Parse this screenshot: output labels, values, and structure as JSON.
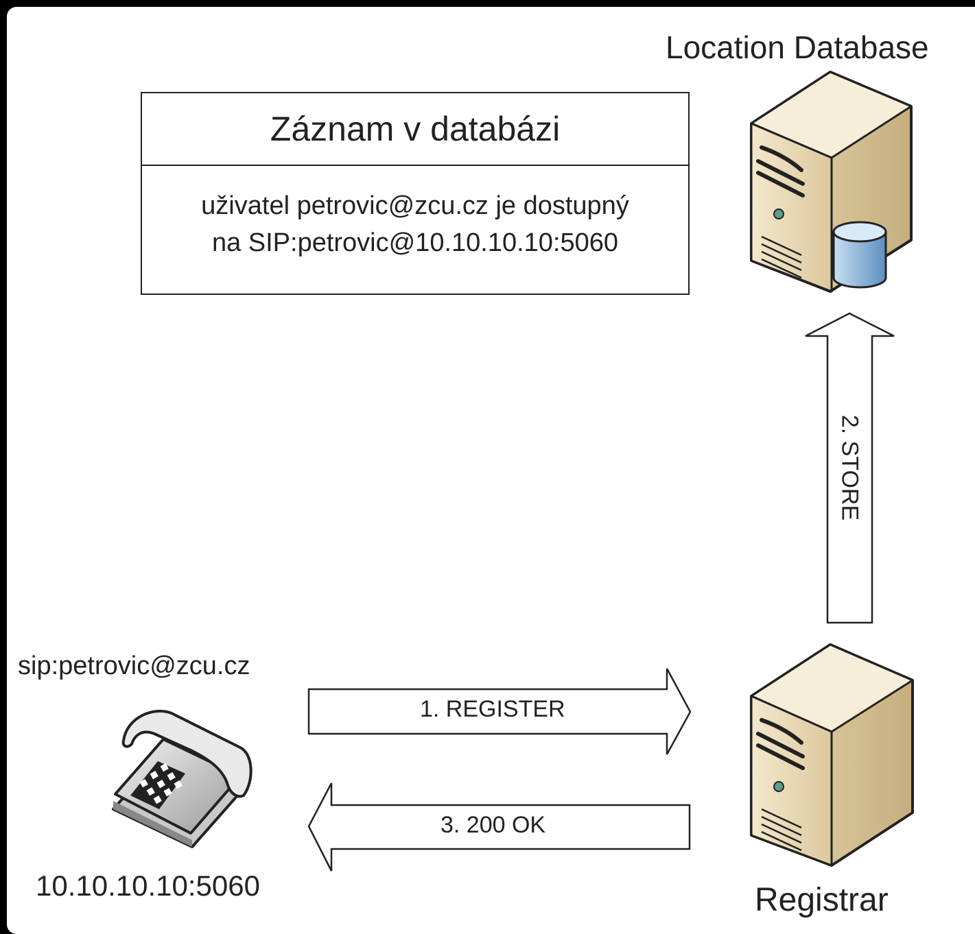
{
  "database": {
    "title": "Location Database"
  },
  "record": {
    "header": "Záznam v databázi",
    "line1": "uživatel petrovic@zcu.cz je dostupný",
    "line2": "na SIP:petrovic@10.10.10.10:5060"
  },
  "phone": {
    "uri": "sip:petrovic@zcu.cz",
    "address": "10.10.10.10:5060"
  },
  "registrar": {
    "title": "Registrar"
  },
  "messages": {
    "register": "1. REGISTER",
    "store": "2. STORE",
    "ok": "3. 200 OK"
  },
  "colors": {
    "server_body": "#efe3c4",
    "server_shadow": "#b9a378",
    "db_cylinder": "#8fb6da",
    "line": "#222222"
  }
}
